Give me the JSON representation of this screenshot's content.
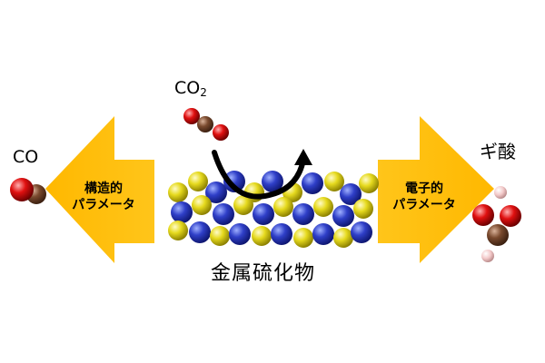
{
  "labels": {
    "co": "CO",
    "co2_main": "CO",
    "co2_sub": "2",
    "formic_acid": "ギ酸",
    "metal_sulfide": "金属硫化物"
  },
  "left_arrow": {
    "line1": "構造的",
    "line2": "パラメータ"
  },
  "right_arrow": {
    "line1": "電子的",
    "line2": "パラメータ"
  },
  "colors": {
    "arrow_fill": "#FFB800",
    "arrow_fill_light": "#FFD23F",
    "metal_atom": "#2F3FC8",
    "sulfur_atom": "#E6DA1E",
    "oxygen_atom": "#E01010",
    "carbon_atom": "#7A4A2E",
    "hydrogen_atom": "#F3C9C9",
    "curved_arrow": "#000000"
  }
}
